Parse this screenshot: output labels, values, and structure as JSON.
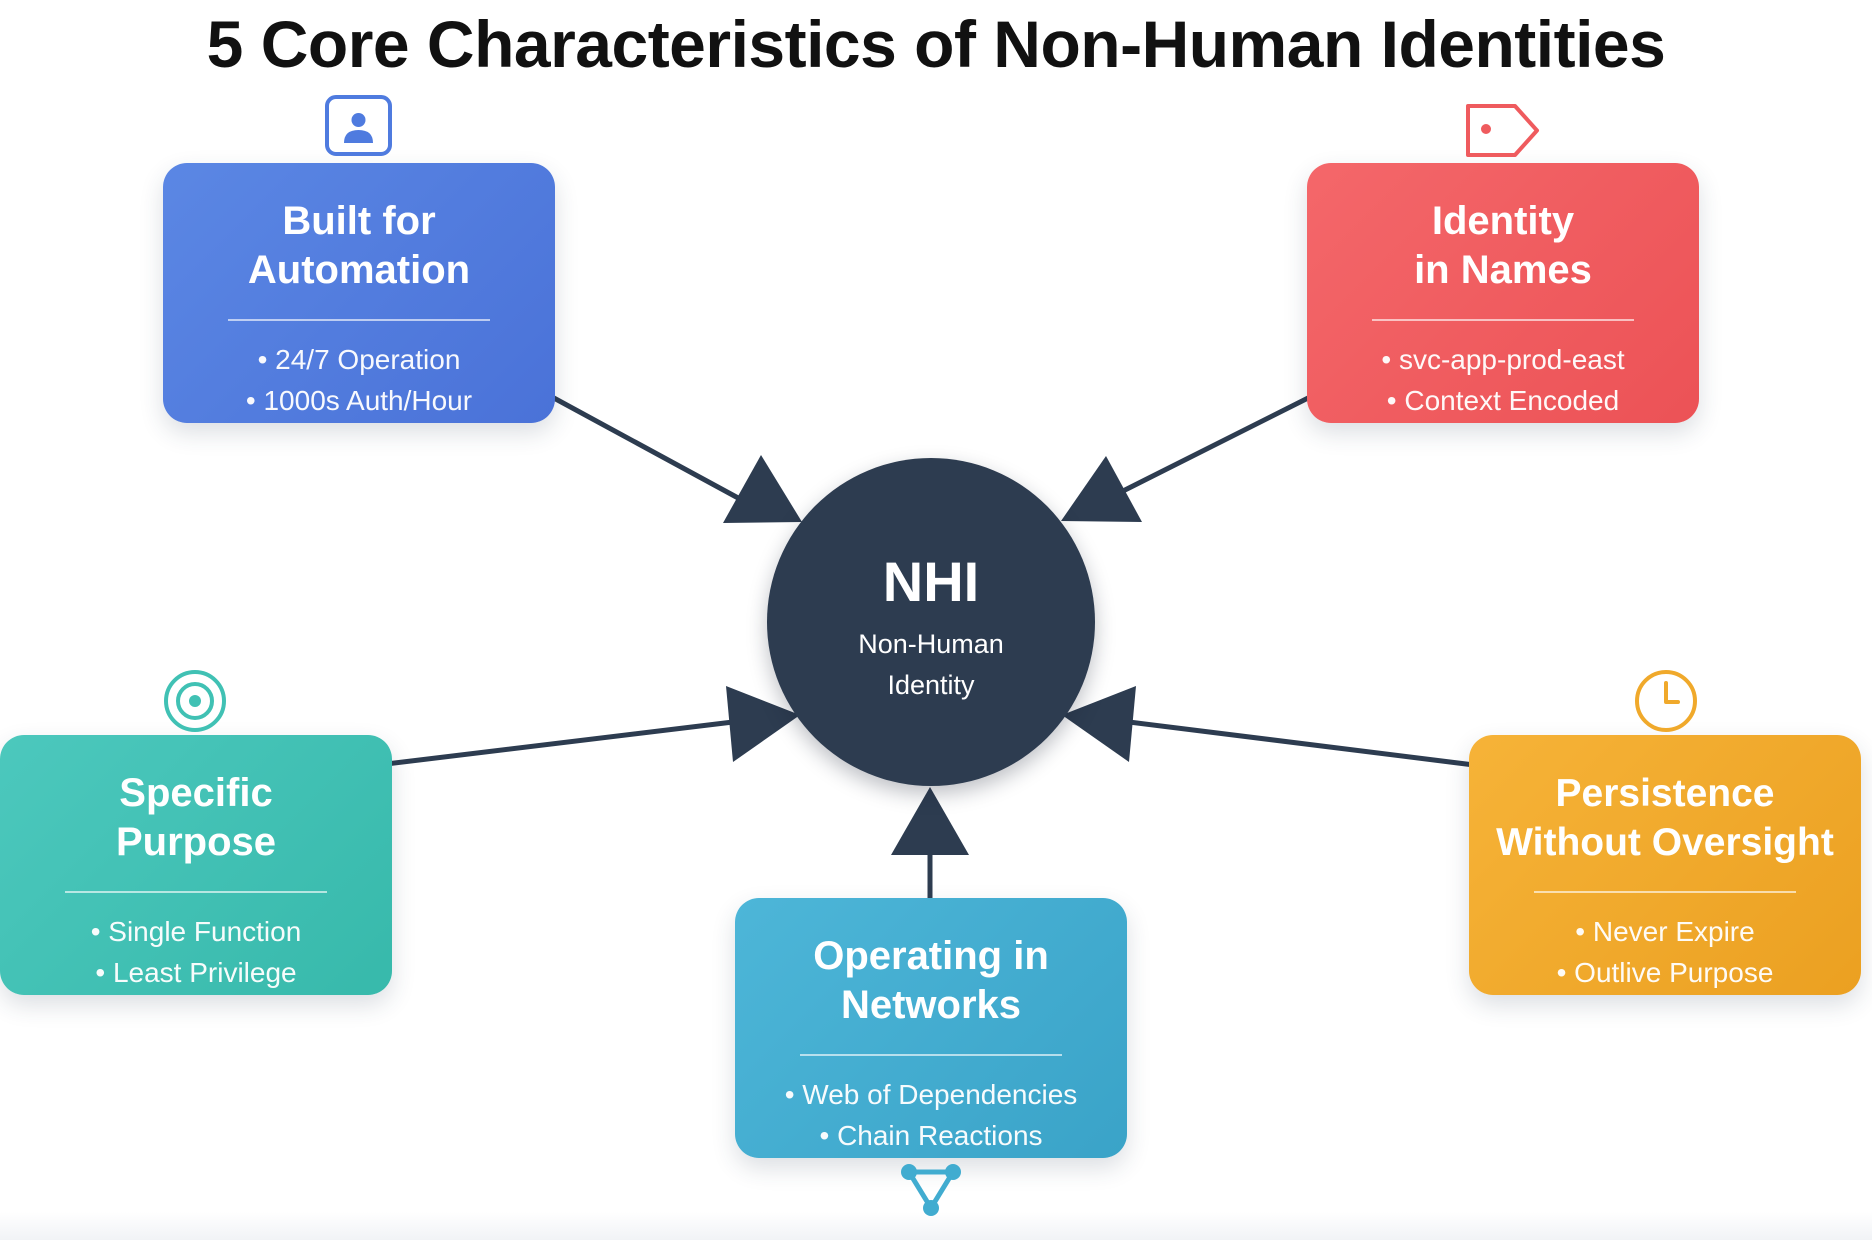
{
  "title": "5 Core Characteristics of Non-Human Identities",
  "hub": {
    "label": "NHI",
    "sublabel": "Non-Human\nIdentity",
    "color": "#2d3c50"
  },
  "cards": {
    "automation": {
      "title": "Built for\nAutomation",
      "bullets": [
        "• 24/7 Operation",
        "• 1000s Auth/Hour"
      ],
      "color": "#4f7bdf",
      "icon": "user-badge-icon"
    },
    "names": {
      "title": "Identity\nin Names",
      "bullets": [
        "• svc-app-prod-east",
        "• Context Encoded"
      ],
      "color": "#ef5b5e",
      "icon": "tag-icon"
    },
    "purpose": {
      "title": "Specific\nPurpose",
      "bullets": [
        "• Single Function",
        "• Least Privilege"
      ],
      "color": "#40c1b4",
      "icon": "target-icon"
    },
    "persistence": {
      "title": "Persistence\nWithout Oversight",
      "bullets": [
        "• Never Expire",
        "• Outlive Purpose"
      ],
      "color": "#f0a92b",
      "icon": "clock-icon"
    },
    "networks": {
      "title": "Operating in\nNetworks",
      "bullets": [
        "• Web of Dependencies",
        "• Chain Reactions"
      ],
      "color": "#41acd0",
      "icon": "network-icon"
    }
  },
  "connector_color": "#2d3c50"
}
